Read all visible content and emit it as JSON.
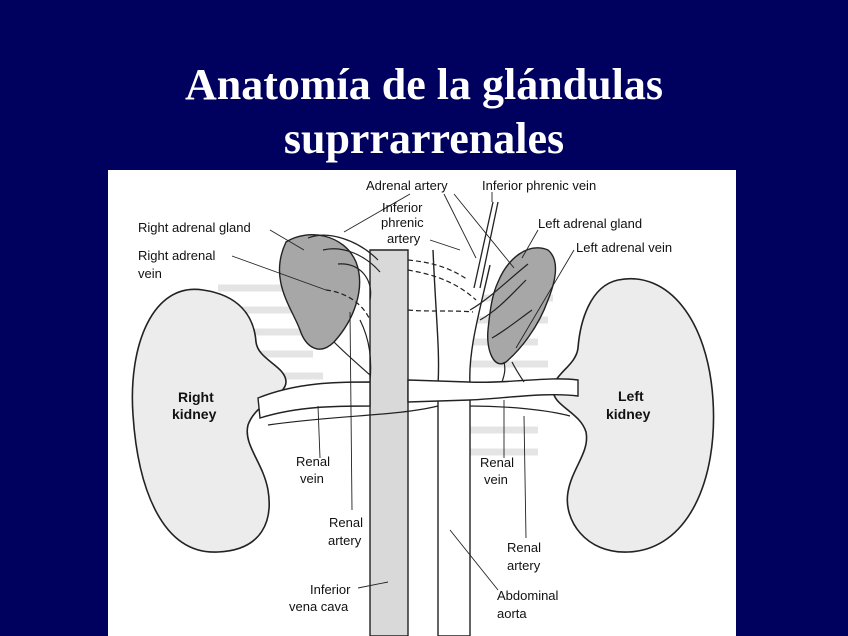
{
  "slide": {
    "title_line1": "Anatomía de la glándulas",
    "title_line2": "suprrarrenales"
  },
  "diagram": {
    "labels": {
      "adrenal_artery": "Adrenal artery",
      "inferior_phrenic_vein": "Inferior phrenic vein",
      "right_adrenal_gland": "Right adrenal gland",
      "inferior_phrenic_artery_1": "Inferior",
      "inferior_phrenic_artery_2": "phrenic",
      "inferior_phrenic_artery_3": "artery",
      "left_adrenal_gland": "Left adrenal gland",
      "left_adrenal_vein": "Left adrenal vein",
      "right_adrenal_vein_1": "Right adrenal",
      "right_adrenal_vein_2": "vein",
      "right_kidney_1": "Right",
      "right_kidney_2": "kidney",
      "left_kidney_1": "Left",
      "left_kidney_2": "kidney",
      "renal_vein_right_1": "Renal",
      "renal_vein_right_2": "vein",
      "renal_vein_left_1": "Renal",
      "renal_vein_left_2": "vein",
      "renal_artery_right_1": "Renal",
      "renal_artery_right_2": "artery",
      "renal_artery_left_1": "Renal",
      "renal_artery_left_2": "artery",
      "inferior_vena_cava_1": "Inferior",
      "inferior_vena_cava_2": "vena cava",
      "abdominal_aorta_1": "Abdominal",
      "abdominal_aorta_2": "aorta"
    },
    "colors": {
      "gland_fill": "#a7a7a7",
      "ivc_fill": "#d9d9d9",
      "kidney_fill": "#ececec"
    }
  }
}
